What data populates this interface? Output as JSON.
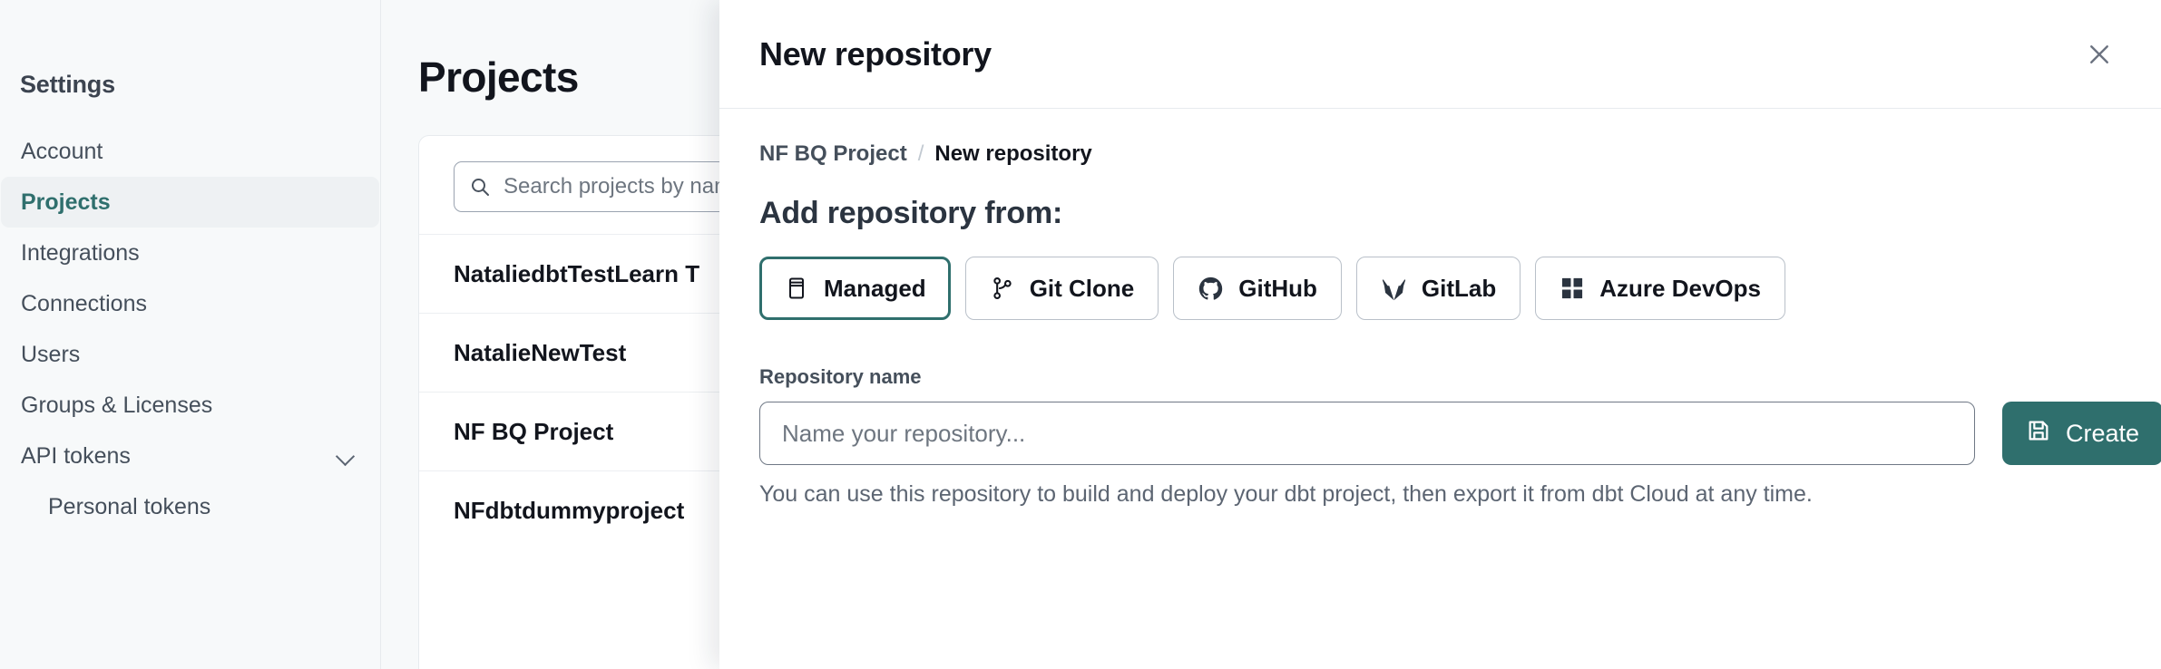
{
  "sidebar": {
    "title": "Settings",
    "items": [
      {
        "label": "Account",
        "active": false,
        "sub": false,
        "chevron": false
      },
      {
        "label": "Projects",
        "active": true,
        "sub": false,
        "chevron": false
      },
      {
        "label": "Integrations",
        "active": false,
        "sub": false,
        "chevron": false
      },
      {
        "label": "Connections",
        "active": false,
        "sub": false,
        "chevron": false
      },
      {
        "label": "Users",
        "active": false,
        "sub": false,
        "chevron": false
      },
      {
        "label": "Groups & Licenses",
        "active": false,
        "sub": false,
        "chevron": false
      },
      {
        "label": "API tokens",
        "active": false,
        "sub": false,
        "chevron": true
      },
      {
        "label": "Personal tokens",
        "active": false,
        "sub": true,
        "chevron": false
      }
    ]
  },
  "main": {
    "page_title": "Projects",
    "search": {
      "placeholder": "Search projects by name...",
      "icon": "search-icon"
    },
    "projects": [
      {
        "name": "NataliedbtTestLearn T"
      },
      {
        "name": "NatalieNewTest"
      },
      {
        "name": "NF BQ Project"
      },
      {
        "name": "NFdbtdummyproject"
      }
    ]
  },
  "modal": {
    "title": "New repository",
    "close_icon": "close-icon",
    "breadcrumb": {
      "parent": "NF BQ Project",
      "separator": "/",
      "current": "New repository"
    },
    "section_title": "Add repository from:",
    "sources": [
      {
        "label": "Managed",
        "icon": "database-icon",
        "selected": true
      },
      {
        "label": "Git Clone",
        "icon": "git-branch-icon",
        "selected": false
      },
      {
        "label": "GitHub",
        "icon": "github-icon",
        "selected": false
      },
      {
        "label": "GitLab",
        "icon": "gitlab-icon",
        "selected": false
      },
      {
        "label": "Azure DevOps",
        "icon": "azure-devops-icon",
        "selected": false
      }
    ],
    "repository_name": {
      "label": "Repository name",
      "value": "",
      "placeholder": "Name your repository..."
    },
    "create_button": {
      "label": "Create",
      "icon": "save-icon"
    },
    "help_text": "You can use this repository to build and deploy your dbt project, then export it from dbt Cloud at any time."
  },
  "colors": {
    "accent": "#2f6f6d",
    "page_bg": "#f7f9fa",
    "panel_bg": "#ffffff",
    "text_primary": "#12151d",
    "text_muted": "#5c6572",
    "border": "#e7ebee"
  }
}
